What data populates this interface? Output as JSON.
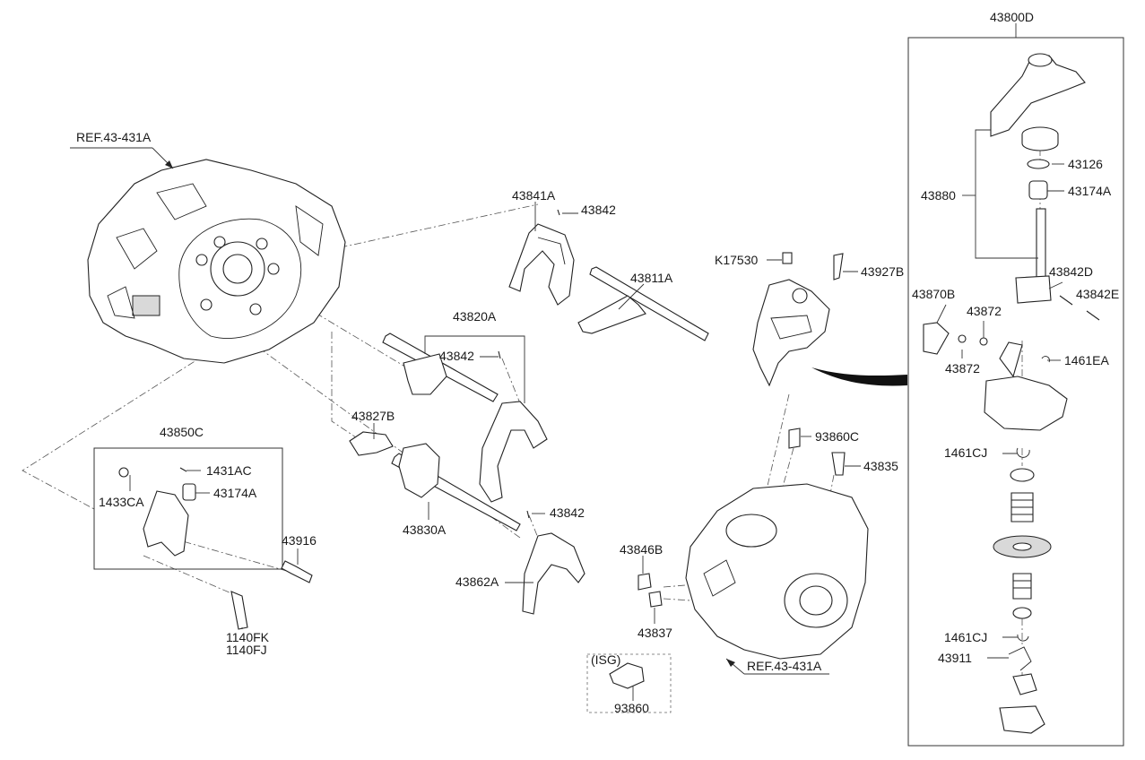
{
  "labels": {
    "l_43800D": "43800D",
    "l_ref_top": "REF.43-431A",
    "l_ref_bottom": "REF.43-431A",
    "l_43841A": "43841A",
    "l_43842_a": "43842",
    "l_43811A": "43811A",
    "l_43820A": "43820A",
    "l_43842_b": "43842",
    "l_43827B": "43827B",
    "l_43850C": "43850C",
    "l_1431AC": "1431AC",
    "l_1433CA": "1433CA",
    "l_43174A_a": "43174A",
    "l_43830A": "43830A",
    "l_43842_c": "43842",
    "l_43862A": "43862A",
    "l_43916": "43916",
    "l_1140FK": "1140FK",
    "l_1140FJ": "1140FJ",
    "l_K17530": "K17530",
    "l_43927B": "43927B",
    "l_93860C": "93860C",
    "l_43835": "43835",
    "l_43846B": "43846B",
    "l_43837": "43837",
    "l_ISG": "(ISG)",
    "l_93860": "93860",
    "l_43126": "43126",
    "l_43174A_b": "43174A",
    "l_43880": "43880",
    "l_43842D": "43842D",
    "l_43842E": "43842E",
    "l_43870B": "43870B",
    "l_43872_a": "43872",
    "l_43872_b": "43872",
    "l_1461EA": "1461EA",
    "l_1461CJ_a": "1461CJ",
    "l_1461CJ_b": "1461CJ",
    "l_43911": "43911"
  }
}
